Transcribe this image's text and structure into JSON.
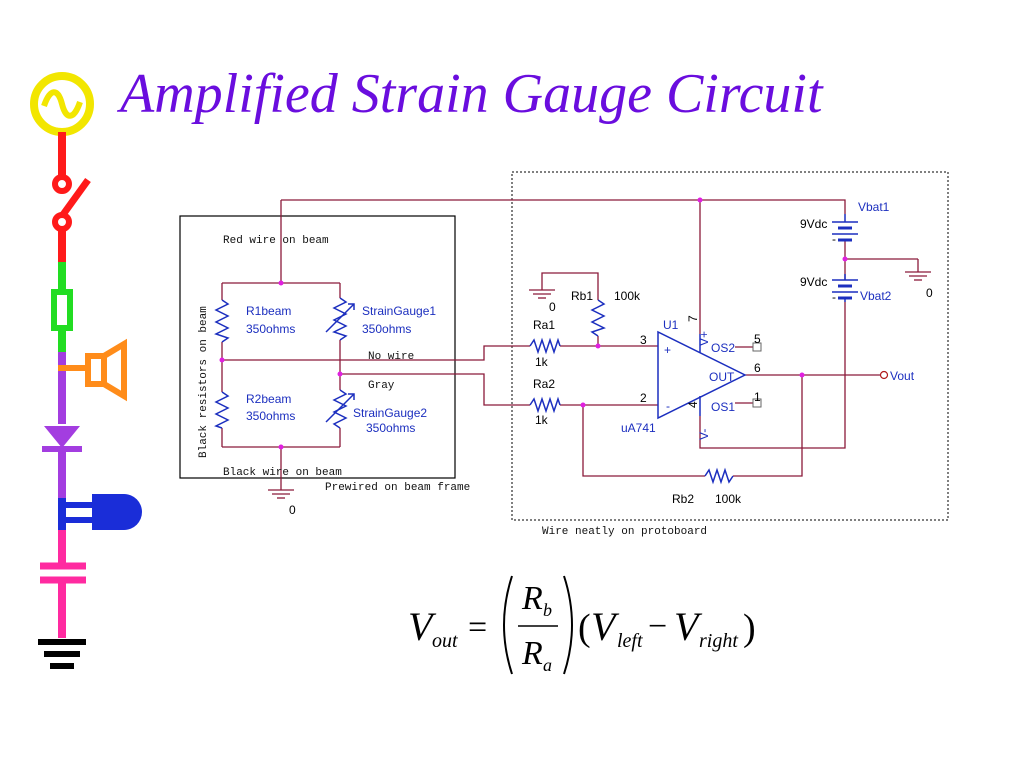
{
  "title": "Amplified Strain Gauge Circuit",
  "beam_frame": {
    "red_wire": "Red wire on beam",
    "black_resistors": "Black resistors on beam",
    "black_wire": "Black wire on beam",
    "prewired": "Prewired on beam frame",
    "no_wire": "No wire",
    "gray": "Gray"
  },
  "protoboard_note": "Wire neatly on protoboard",
  "components": {
    "r1": {
      "name": "R1beam",
      "value": "350ohms"
    },
    "r2": {
      "name": "R2beam",
      "value": "350ohms"
    },
    "sg1": {
      "name": "StrainGauge1",
      "value": "350ohms"
    },
    "sg2": {
      "name": "StrainGauge2",
      "value": "350ohms"
    },
    "ra1": {
      "name": "Ra1",
      "value": "1k"
    },
    "ra2": {
      "name": "Ra2",
      "value": "1k"
    },
    "rb1": {
      "name": "Rb1",
      "value": "100k"
    },
    "rb2": {
      "name": "Rb2",
      "value": "100k"
    },
    "vbat1": {
      "name": "Vbat1",
      "value": "9Vdc"
    },
    "vbat2": {
      "name": "Vbat2",
      "value": "9Vdc"
    },
    "opamp": {
      "ref": "U1",
      "part": "uA741",
      "pin3": "3",
      "pin2": "2",
      "pin7": "7",
      "pin4": "4",
      "pin5": "5",
      "pin6": "6",
      "pin1": "1",
      "plus": "+",
      "minus": "-",
      "vplus": "V+",
      "vminus": "V-",
      "os2": "OS2",
      "out": "OUT",
      "os1": "OS1"
    }
  },
  "ground_label": "0",
  "output_label": "Vout",
  "equation": {
    "lhs_v": "V",
    "lhs_sub": "out",
    "eq": "=",
    "num_r": "R",
    "num_sub": "b",
    "den_r": "R",
    "den_sub": "a",
    "paren_open": "(",
    "left_v": "V",
    "left_sub": "left",
    "minus": "−",
    "right_v": "V",
    "right_sub": "right",
    "paren_close": ")"
  }
}
